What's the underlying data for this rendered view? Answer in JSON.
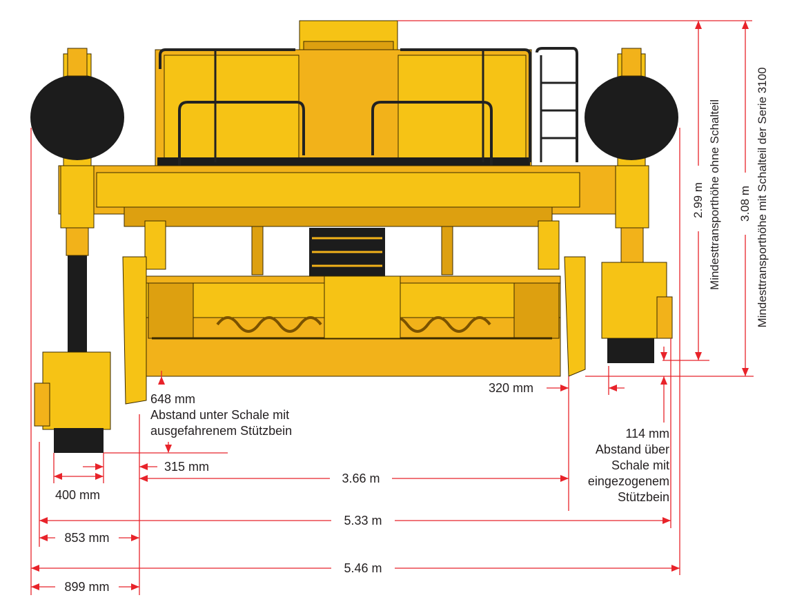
{
  "diagram": {
    "dimensions": {
      "height_without_trimmer": "2.99 m",
      "height_without_trimmer_caption": "Mindesttransporthöhe ohne Schalteil",
      "height_with_trimmer": "3.08 m",
      "height_with_trimmer_caption": "Mindesttransporthöhe mit Schalteil der Serie 3100",
      "clearance_below_value": "648 mm",
      "clearance_below_line1": "Abstand unter Schale mit",
      "clearance_below_line2": "ausgefahrenem Stützbein",
      "offset_320": "320 mm",
      "clearance_above_value": "114 mm",
      "clearance_above_line1": "Abstand über",
      "clearance_above_line2": "Schale mit",
      "clearance_above_line3": "eingezogenem",
      "clearance_above_line4": "Stützbein",
      "offset_315": "315 mm",
      "track_width": "400 mm",
      "mould_width": "3.66 m",
      "width_533": "5.33 m",
      "offset_853": "853 mm",
      "width_546": "5.46 m",
      "offset_899": "899 mm"
    },
    "colors": {
      "dimension_red": "#e8232a",
      "machine_yellow": "#f2b21a",
      "text_dark": "#231f20"
    }
  }
}
